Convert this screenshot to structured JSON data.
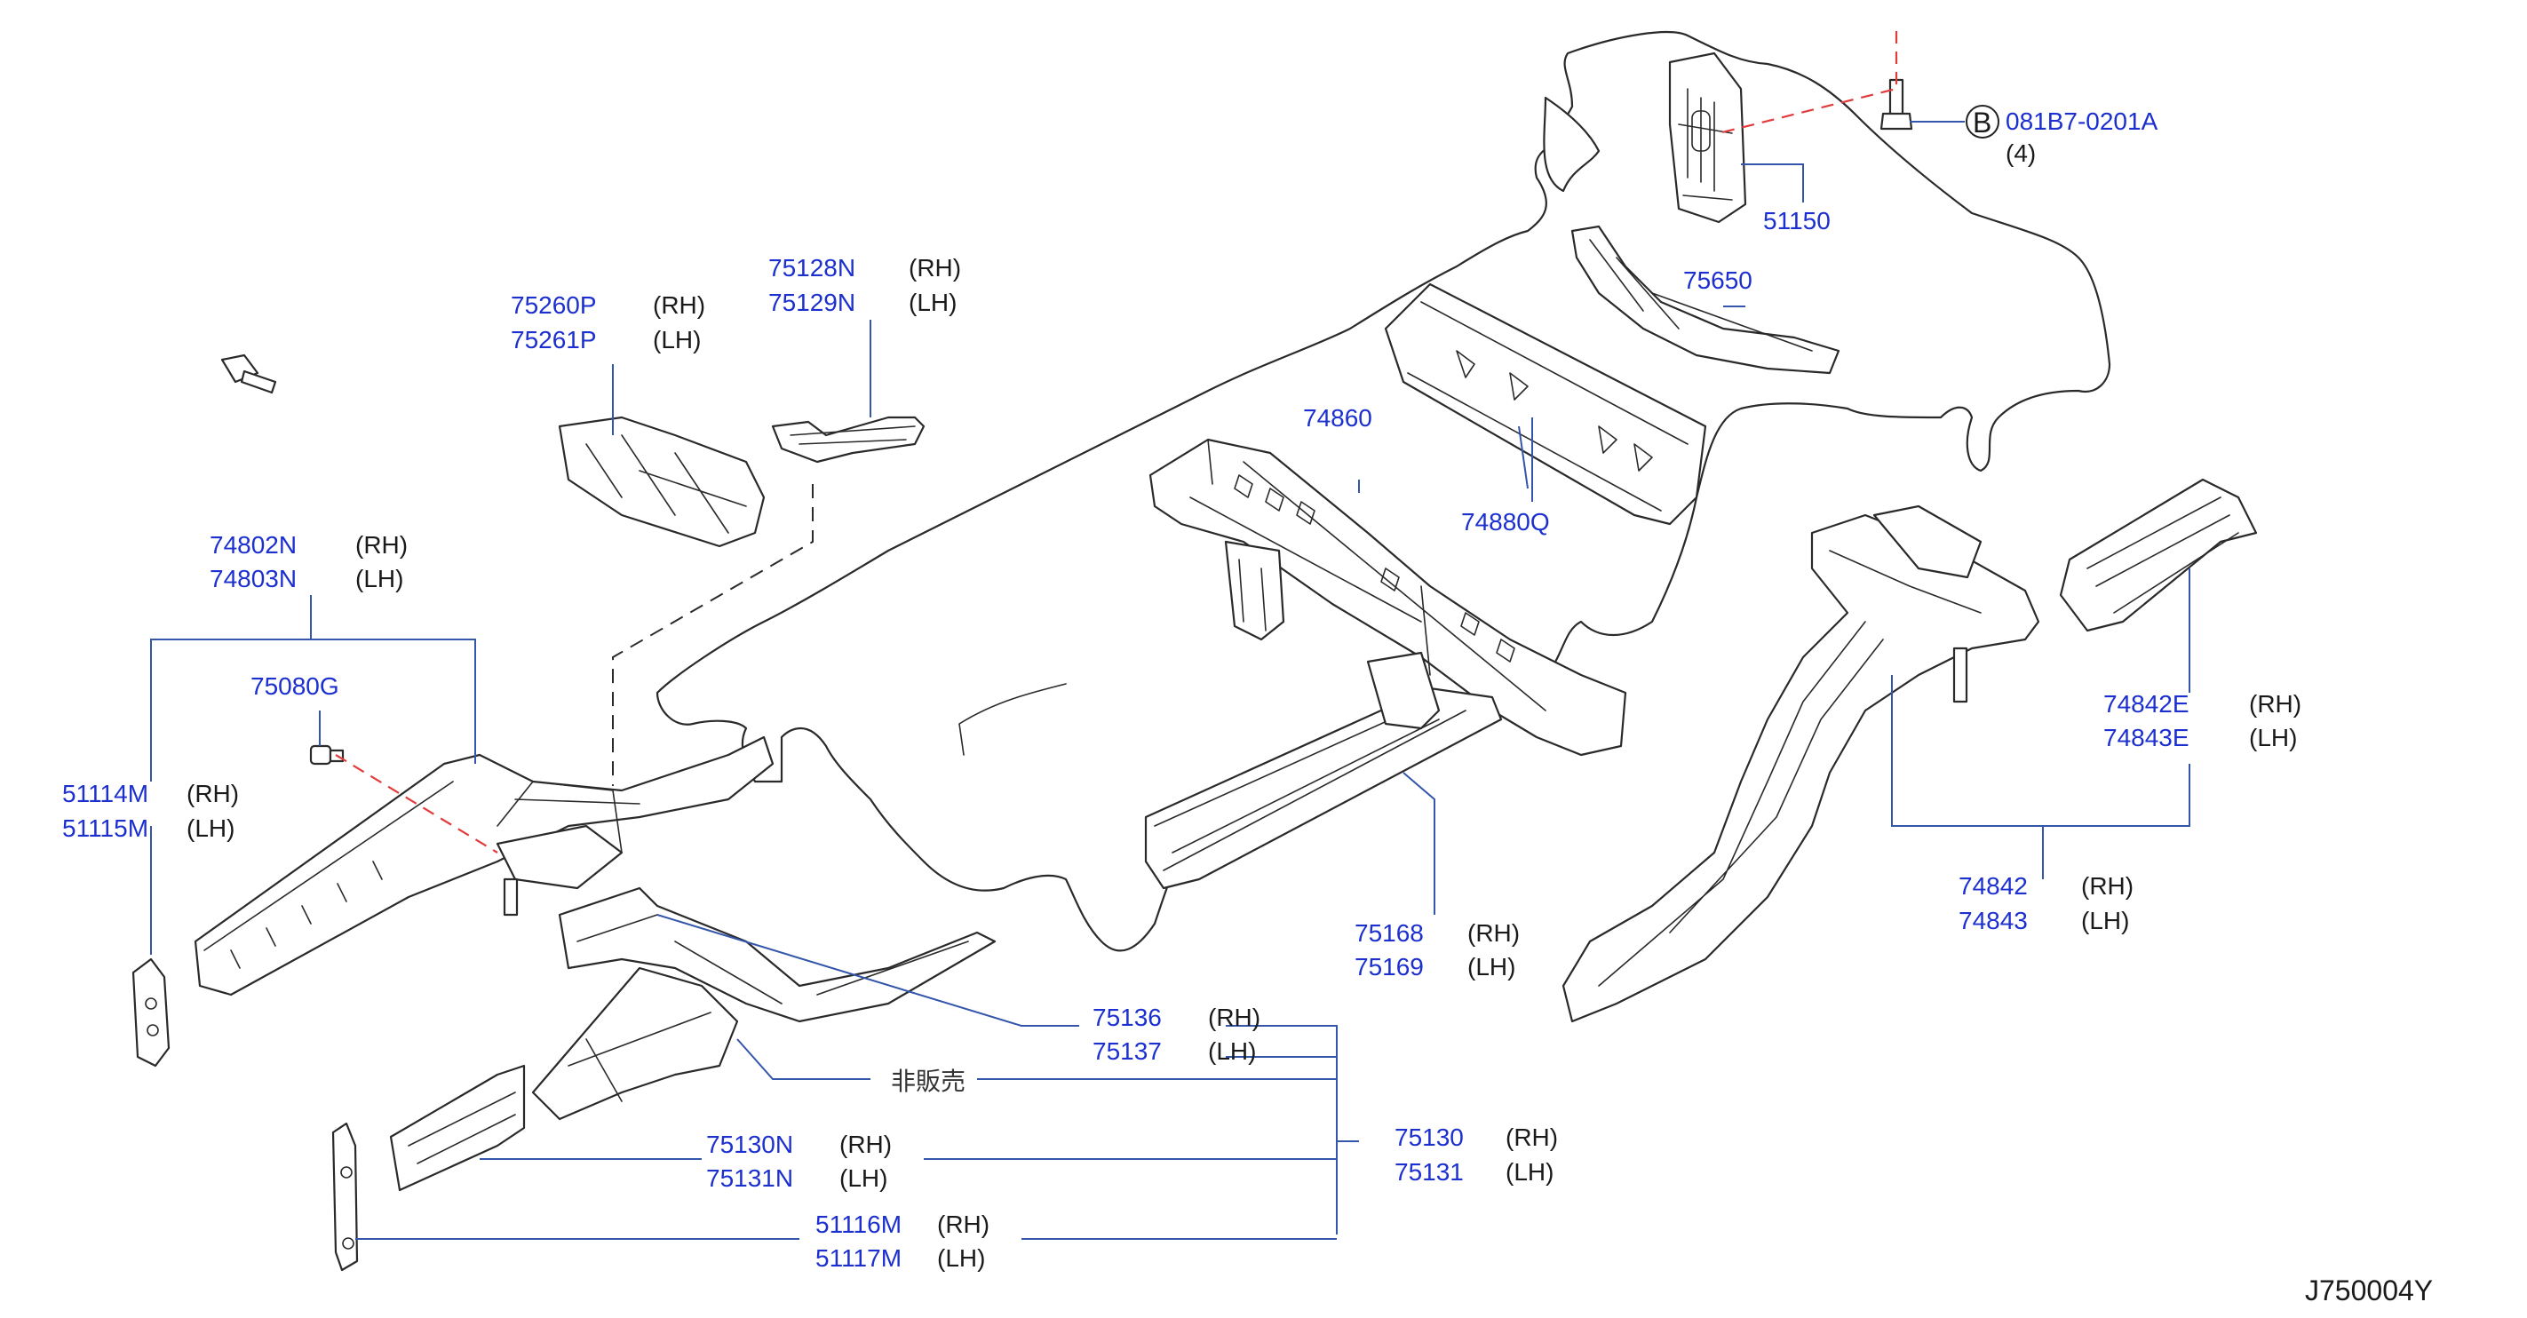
{
  "diagram_id": "J750004Y",
  "note_label": "非販売",
  "bolt_ref": {
    "letter": "B",
    "part": "081B7-0201A",
    "qty": "(4)"
  },
  "labels": {
    "p51150": "51150",
    "p75650": "75650",
    "p74860": "74860",
    "p74880Q": "74880Q",
    "p75128N": "75128N",
    "p75129N": "75129N",
    "p75260P": "75260P",
    "p75261P": "75261P",
    "p74802N": "74802N",
    "p74803N": "74803N",
    "p75080G": "75080G",
    "p51114M": "51114M",
    "p51115M": "51115M",
    "p75168": "75168",
    "p75169": "75169",
    "p74842E": "74842E",
    "p74843E": "74843E",
    "p74842": "74842",
    "p74843": "74843",
    "p75136": "75136",
    "p75137": "75137",
    "p75130": "75130",
    "p75131": "75131",
    "p75130N": "75130N",
    "p75131N": "75131N",
    "p51116M": "51116M",
    "p51117M": "51117M"
  },
  "sides": {
    "rh": "(RH)",
    "lh": "(LH)"
  }
}
